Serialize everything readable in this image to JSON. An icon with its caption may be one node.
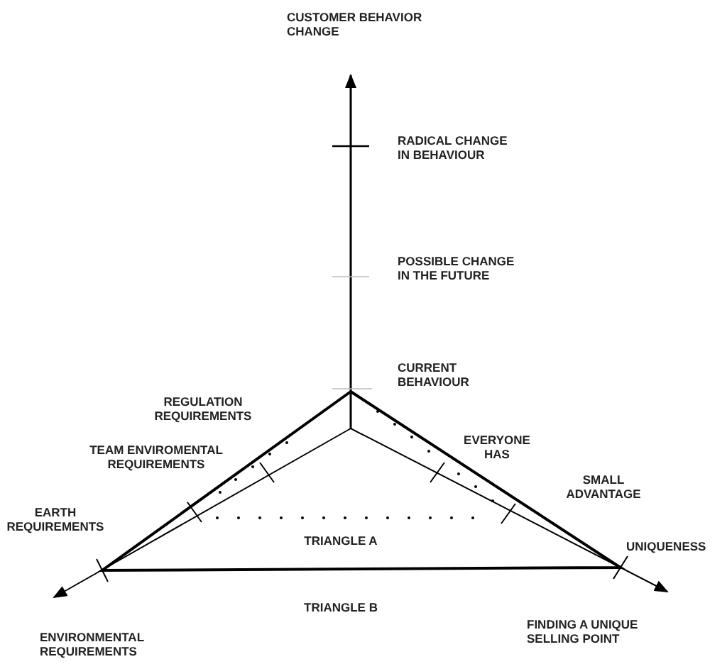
{
  "diagram": {
    "labels": [
      "CUSTOMER BEHAVIOR CHANGE",
      "RADICAL CHANGE IN BEHAVIOUR",
      "POSSIBLE CHANGE IN THE FUTURE",
      "CURRENT BEHAVIOUR",
      "REGULATION REQUIREMENTS",
      "TEAM ENVIROMENTAL REQUIREMENTS",
      "EVERYONE HAS",
      "SMALL ADVANTAGE",
      "EARTH REQUIREMENTS",
      "UNIQUENESS",
      "TRIANGLE A",
      "TRIANGLE B",
      "ENVIRONMENTAL REQUIREMENTS",
      "FINDING A UNIQUE SELLING POINT"
    ]
  }
}
